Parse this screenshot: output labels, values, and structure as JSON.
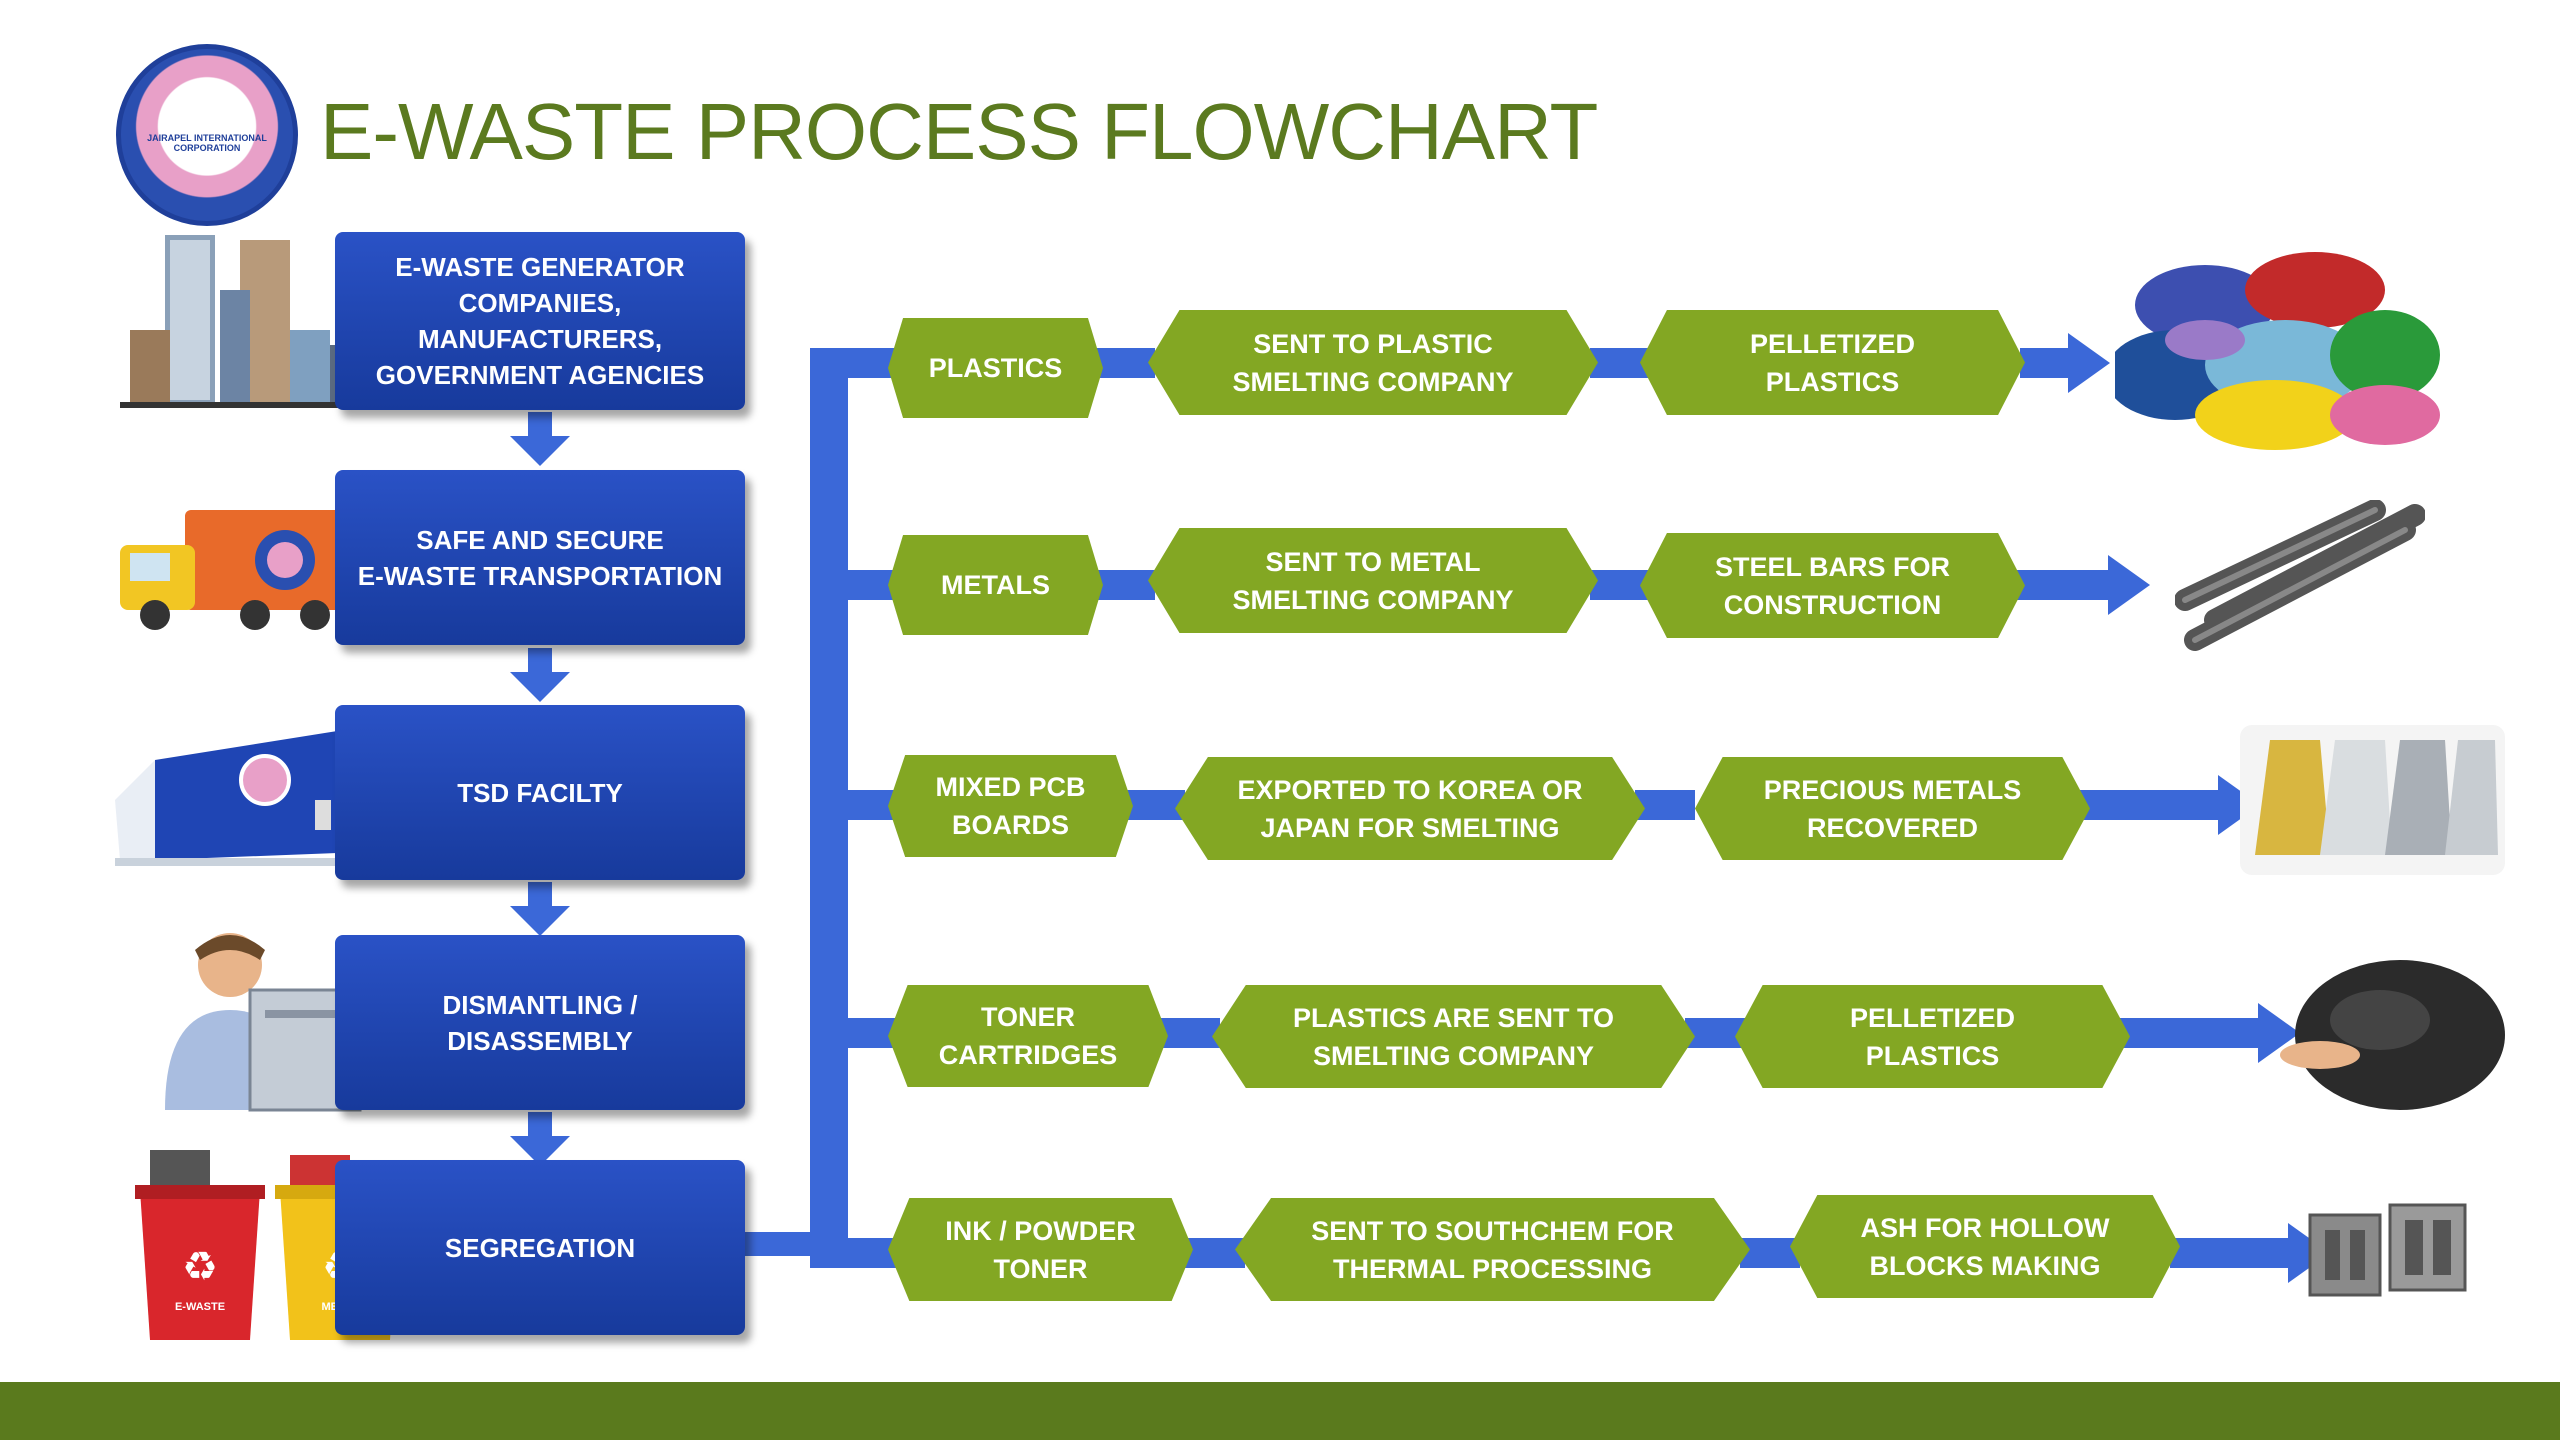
{
  "title": "E-WASTE PROCESS FLOWCHART",
  "logo": {
    "text": "JAIRAPEL INTERNATIONAL CORPORATION"
  },
  "steps": [
    {
      "label": "E-WASTE  GENERATOR\nCOMPANIES,\nMANUFACTURERS,\nGOVERNMENT AGENCIES",
      "icon": "city-buildings-icon"
    },
    {
      "label": "SAFE AND SECURE\nE-WASTE TRANSPORTATION",
      "icon": "delivery-truck-icon"
    },
    {
      "label": "TSD FACILTY",
      "icon": "facility-building-icon"
    },
    {
      "label": "DISMANTLING /\nDISASSEMBLY",
      "icon": "technician-icon"
    },
    {
      "label": "SEGREGATION",
      "icon": "recycle-bins-icon"
    }
  ],
  "streams": [
    {
      "material": "PLASTICS",
      "process": "SENT TO PLASTIC\nSMELTING COMPANY",
      "output": "PELLETIZED\nPLASTICS",
      "icon": "plastic-pellets-icon"
    },
    {
      "material": "METALS",
      "process": "SENT TO METAL\nSMELTING COMPANY",
      "output": "STEEL BARS FOR\nCONSTRUCTION",
      "icon": "steel-bars-icon"
    },
    {
      "material": "MIXED PCB\nBOARDS",
      "process": "EXPORTED TO KOREA OR\nJAPAN FOR SMELTING",
      "output": "PRECIOUS METALS\nRECOVERED",
      "icon": "metal-ingots-icon"
    },
    {
      "material": "TONER\nCARTRIDGES",
      "process": "PLASTICS ARE SENT TO\nSMELTING COMPANY",
      "output": "PELLETIZED\nPLASTICS",
      "icon": "black-pellets-icon"
    },
    {
      "material": "INK / POWDER\nTONER",
      "process": "SENT TO SOUTHCHEM FOR\nTHERMAL PROCESSING",
      "output": "ASH FOR HOLLOW\nBLOCKS MAKING",
      "icon": "hollow-blocks-icon"
    }
  ],
  "colors": {
    "title": "#5b7a1f",
    "blue_box": "#1f45b4",
    "green_hex": "#83a723",
    "connector": "#3b68d8",
    "footer": "#5a7a1d"
  }
}
